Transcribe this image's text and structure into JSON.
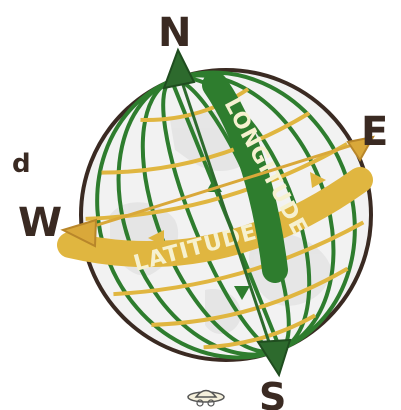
{
  "compass": {
    "north": "N",
    "south": "S",
    "east": "E",
    "west": "W"
  },
  "globe_labels": {
    "longitude": "LONGITUDE",
    "latitude": "LATITUDE"
  },
  "edge_fragment": "d",
  "colors": {
    "line_green": "#2e7d2e",
    "latitude_gold": "#e0b640",
    "outline": "#3a2a22",
    "globe_fill": "#f2f2f2",
    "land": "#e6e6e6",
    "compass_arrow_green": "#2d6a2d",
    "compass_arrow_gold": "#d9a83a"
  }
}
